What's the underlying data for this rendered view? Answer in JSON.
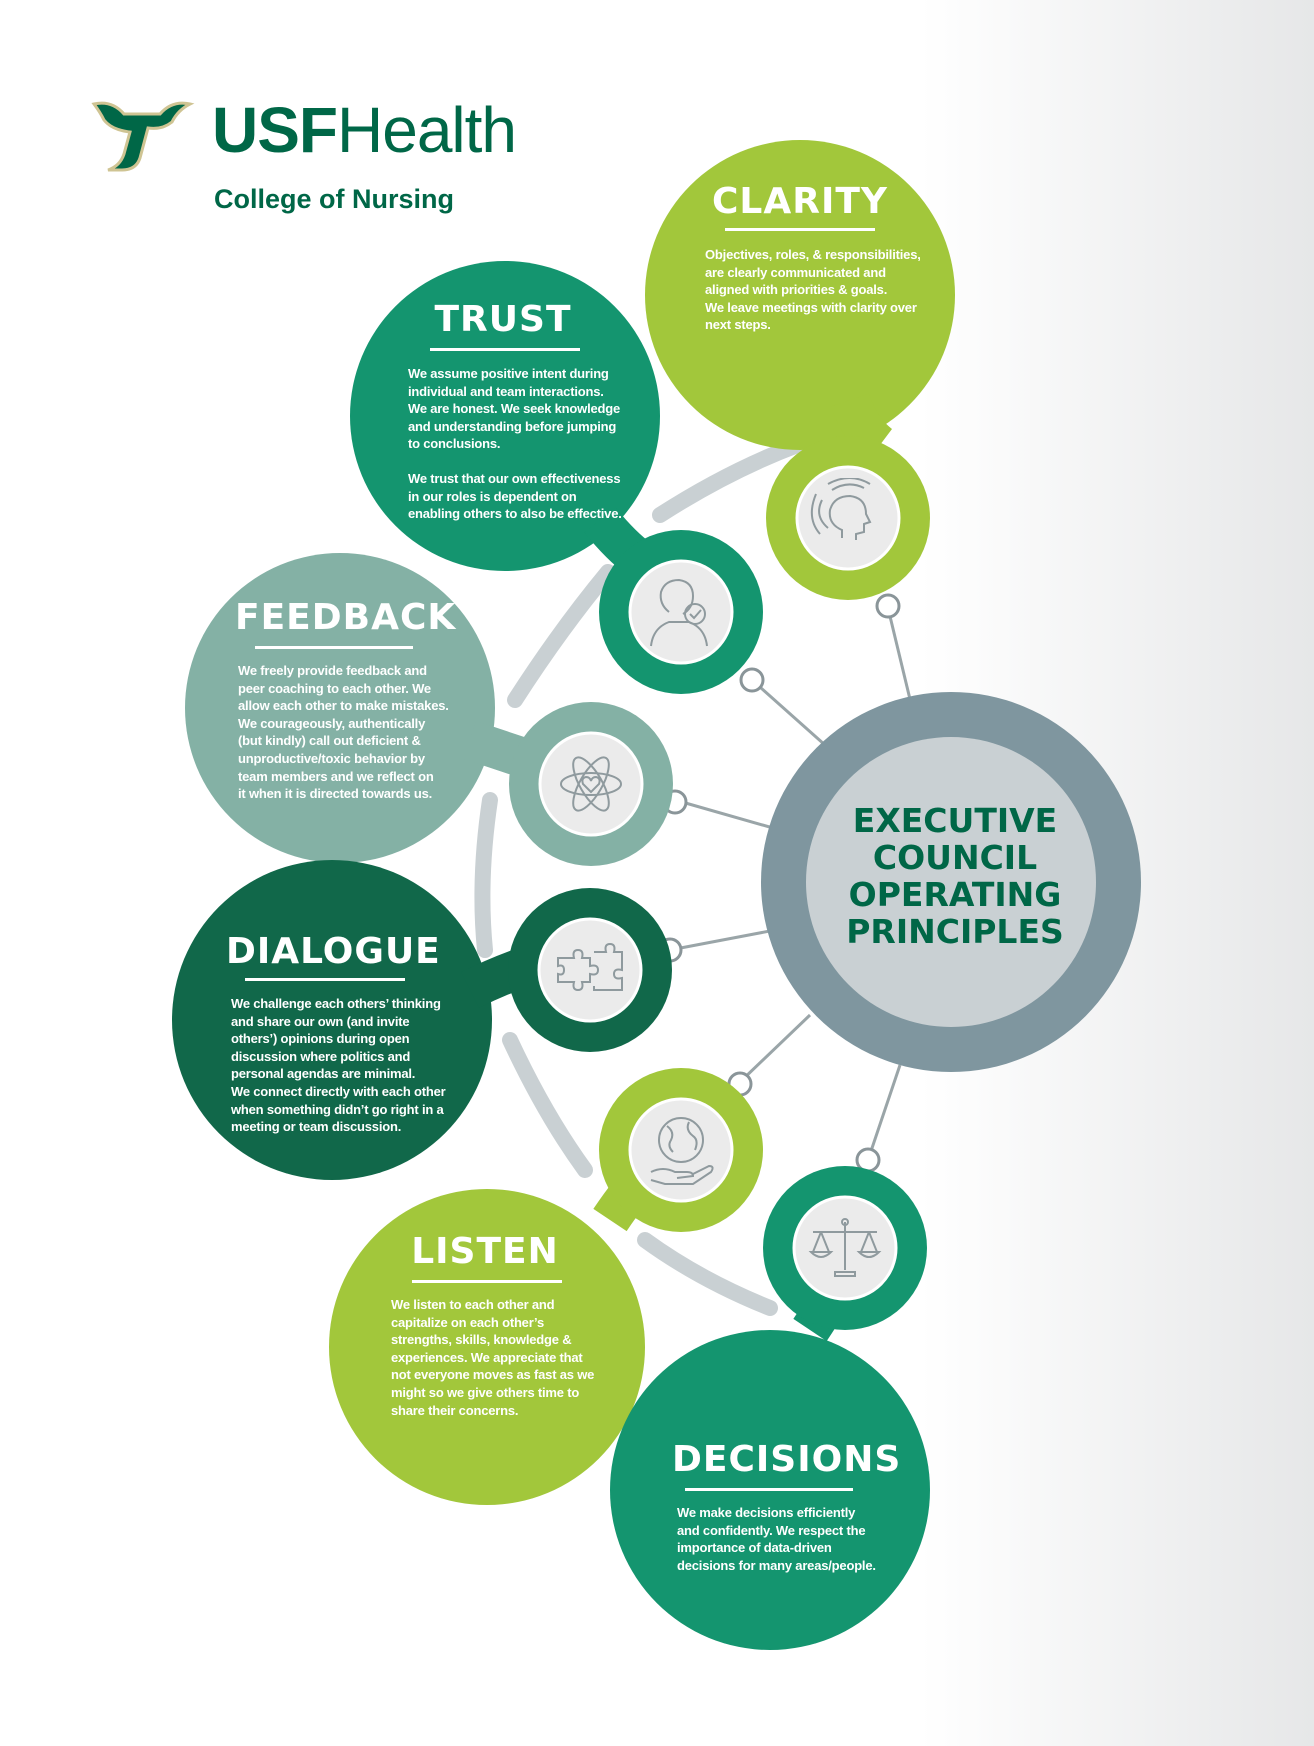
{
  "logo": {
    "brand_bold": "USF",
    "brand_regular": "Health",
    "subtitle": "College of Nursing"
  },
  "center": {
    "title": "EXECUTIVE\nCOUNCIL\nOPERATING\nPRINCIPLES"
  },
  "principles": [
    {
      "key": "clarity",
      "title": "CLARITY",
      "color": "#a2c73b",
      "icon": "head-awareness-icon",
      "paragraphs": [
        "Objectives, roles, & responsibilities,\nare clearly communicated and\naligned with priorities & goals.\nWe leave meetings with clarity over\nnext steps."
      ]
    },
    {
      "key": "trust",
      "title": "TRUST",
      "color": "#14956f",
      "icon": "person-check-icon",
      "paragraphs": [
        "We assume positive intent during\nindividual and team interactions.\nWe are honest. We seek knowledge\nand understanding before jumping\nto conclusions.",
        "We trust that our own effectiveness\nin our roles is dependent on\nenabling others to also be effective."
      ]
    },
    {
      "key": "feedback",
      "title": "FEEDBACK",
      "color": "#84b1a5",
      "icon": "atom-heart-icon",
      "paragraphs": [
        "We freely provide feedback and\npeer coaching to each other.  We\nallow each other to make mistakes.\nWe courageously, authentically\n(but kindly) call out deficient &\nunproductive/toxic behavior by\nteam members and we reflect on\n it when it is directed towards us."
      ]
    },
    {
      "key": "dialogue",
      "title": "DIALOGUE",
      "color": "#11684a",
      "icon": "puzzle-icon",
      "paragraphs": [
        "We challenge each others’ thinking\nand share our own (and invite\nothers’) opinions during open\ndiscussion where politics and\npersonal agendas are minimal.\nWe connect directly with each other\nwhen something didn’t go right in a\nmeeting or team discussion."
      ]
    },
    {
      "key": "listen",
      "title": "LISTEN",
      "color": "#a2c73b",
      "icon": "globe-hand-icon",
      "paragraphs": [
        "We listen to each other and\ncapitalize on each other’s\nstrengths, skills, knowledge &\nexperiences.  We appreciate that\nnot everyone moves as fast as we\nmight so we give others time to\nshare their concerns."
      ]
    },
    {
      "key": "decisions",
      "title": "DECISIONS",
      "color": "#14956f",
      "icon": "scales-icon",
      "paragraphs": [
        "We make decisions efficiently\nand confidently.  We respect the\nimportance of data-driven\ndecisions for many areas/people."
      ]
    }
  ]
}
